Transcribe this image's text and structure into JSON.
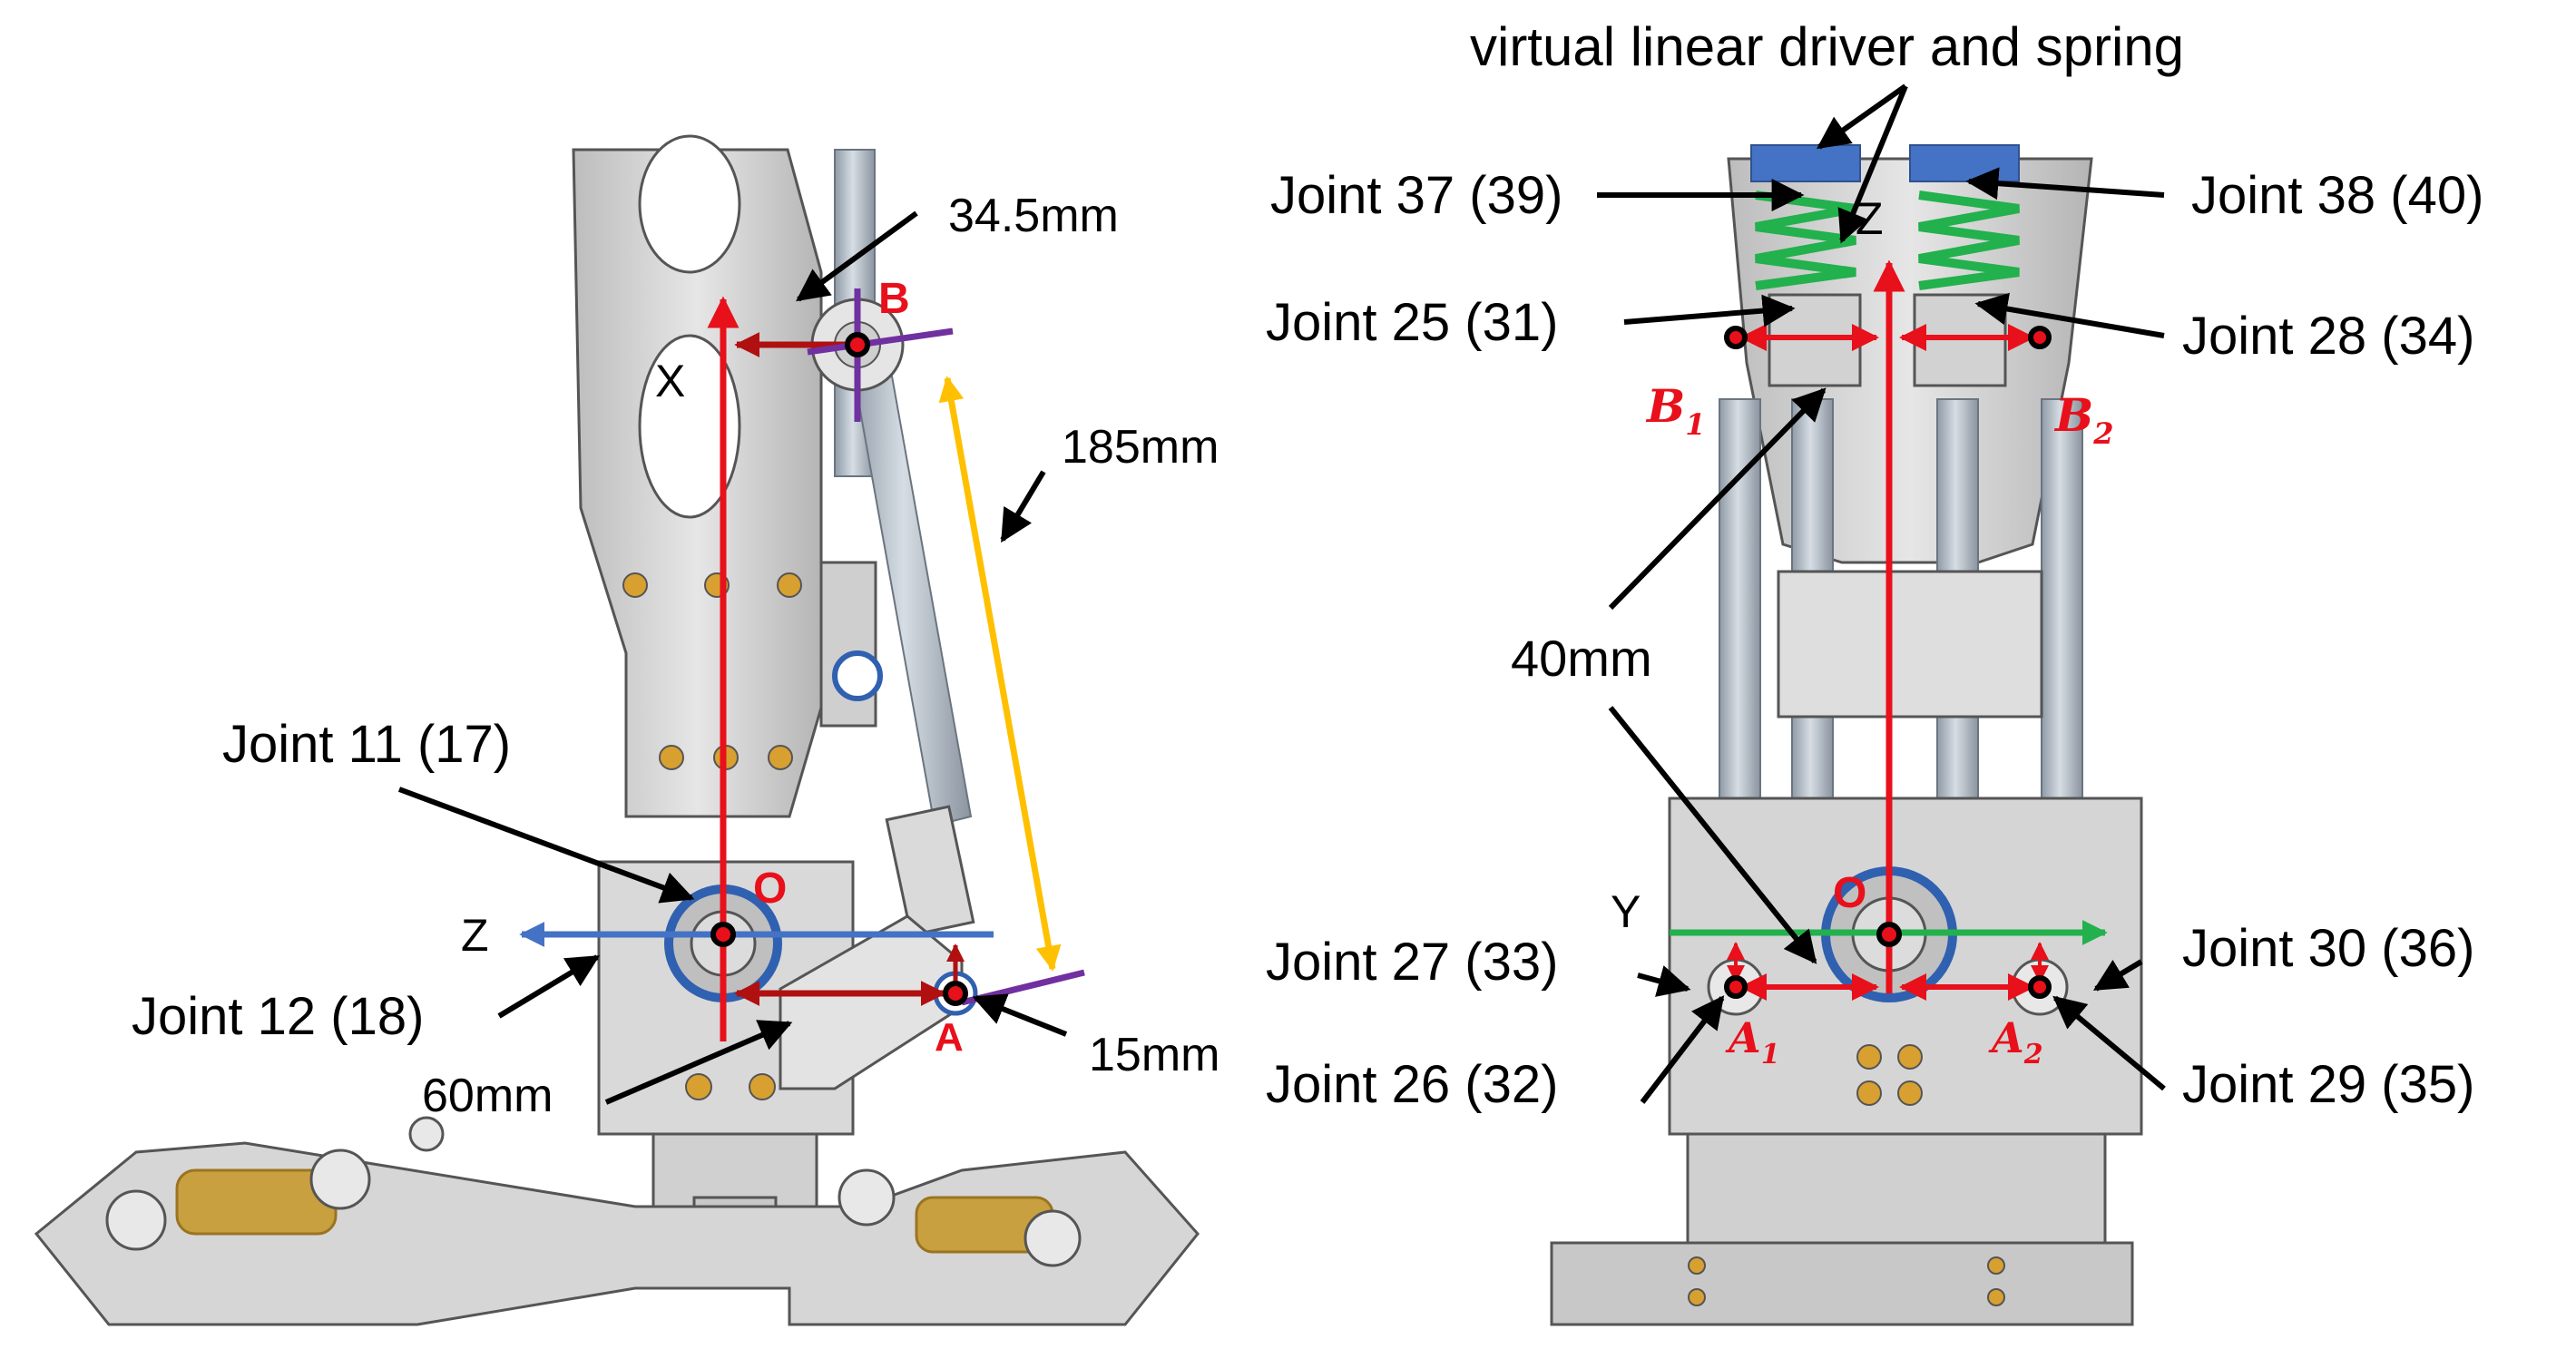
{
  "diagram": {
    "left_view": {
      "axis_x": "X",
      "axis_z": "Z",
      "point_b": "B",
      "point_o": "O",
      "point_a": "A",
      "dim_34_5": "34.5mm",
      "dim_185": "185mm",
      "dim_15": "15mm",
      "dim_60": "60mm",
      "joint_11": "Joint 11 (17)",
      "joint_12": "Joint 12 (18)"
    },
    "right_view": {
      "title": "virtual linear driver and spring",
      "axis_z": "Z",
      "axis_y": "Y",
      "point_o": "O",
      "b1_base": "B",
      "b1_sub": "1",
      "b2_base": "B",
      "b2_sub": "2",
      "a1_base": "A",
      "a1_sub": "1",
      "a2_base": "A",
      "a2_sub": "2",
      "dim_40": "40mm",
      "joint_37": "Joint 37 (39)",
      "joint_38": "Joint 38 (40)",
      "joint_25": "Joint 25 (31)",
      "joint_28": "Joint 28 (34)",
      "joint_27": "Joint 27 (33)",
      "joint_30": "Joint 30 (36)",
      "joint_26": "Joint 26 (32)",
      "joint_29": "Joint 29 (35)"
    },
    "colors": {
      "axis_red": "#e8101a",
      "dim_darkred": "#b01010",
      "axis_blue": "#4472c4",
      "axis_green": "#22b14c",
      "dim_yellow": "#ffc000",
      "marker_purple": "#7030a0",
      "spring_gold": "#c8a040",
      "driver_blue": "#4472c4",
      "spring_green": "#22b14c",
      "metal": "#d4d4d4"
    }
  }
}
